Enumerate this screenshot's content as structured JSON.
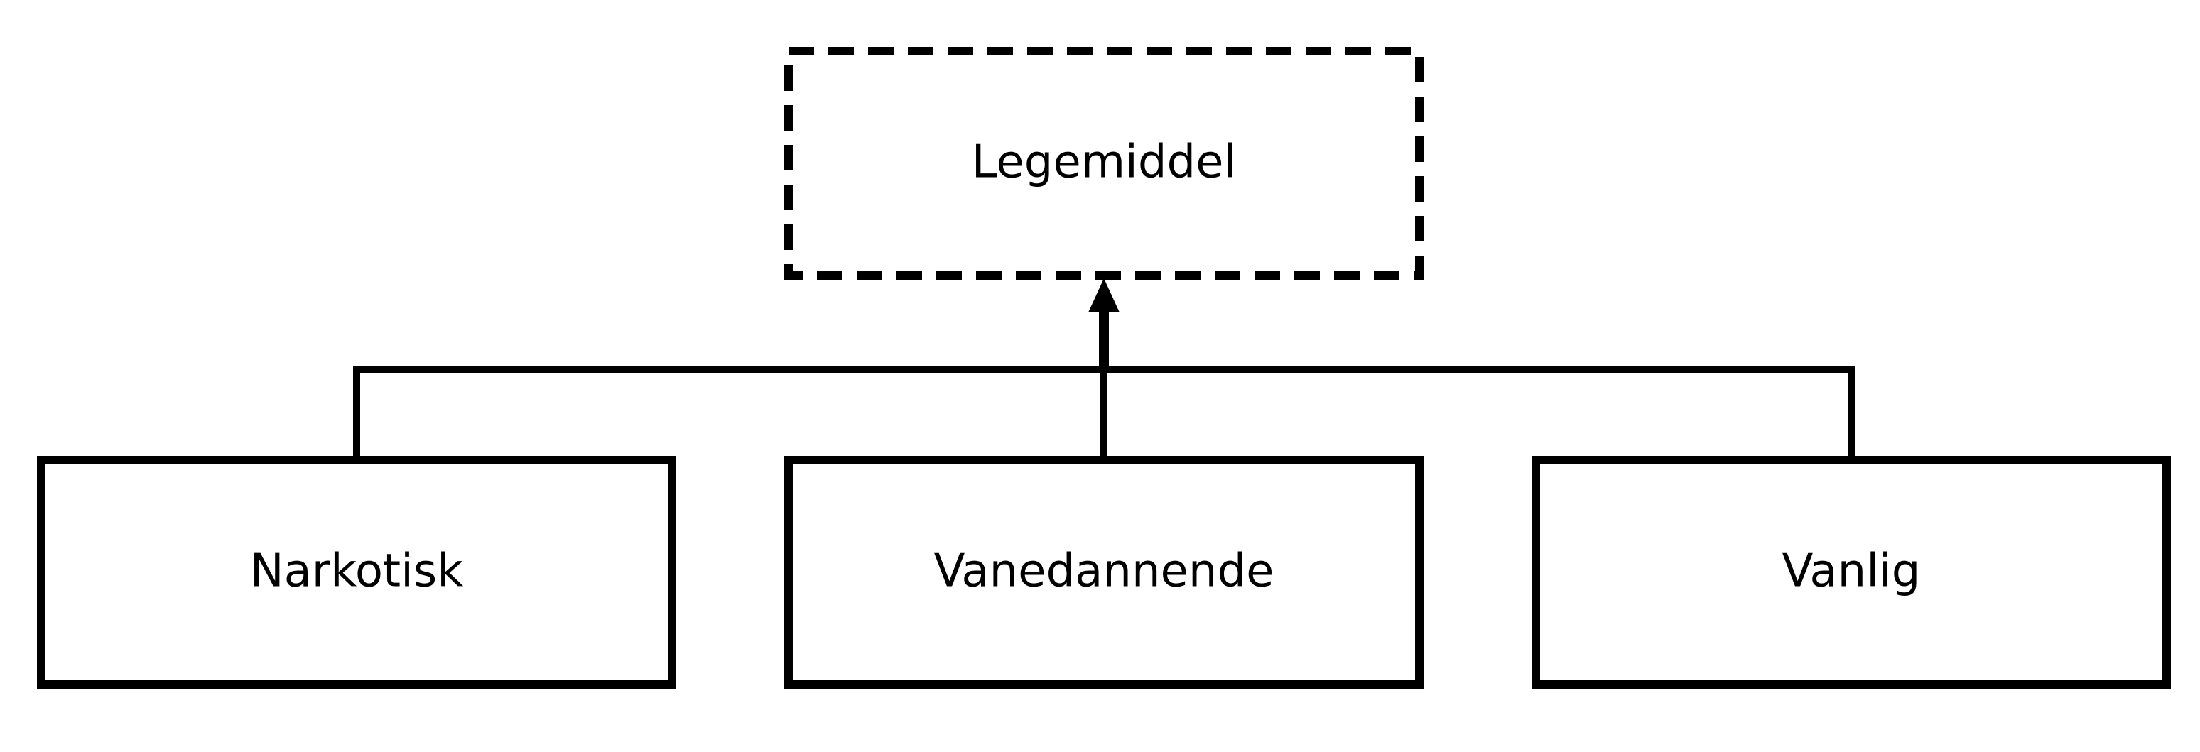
{
  "diagram": {
    "type": "inheritance-hierarchy",
    "parent": {
      "label": "Legemiddel",
      "style": "dashed"
    },
    "children": [
      {
        "label": "Narkotisk"
      },
      {
        "label": "Vanedannende"
      },
      {
        "label": "Vanlig"
      }
    ],
    "colors": {
      "stroke": "#000000",
      "fill": "#ffffff",
      "text": "#000000"
    }
  }
}
